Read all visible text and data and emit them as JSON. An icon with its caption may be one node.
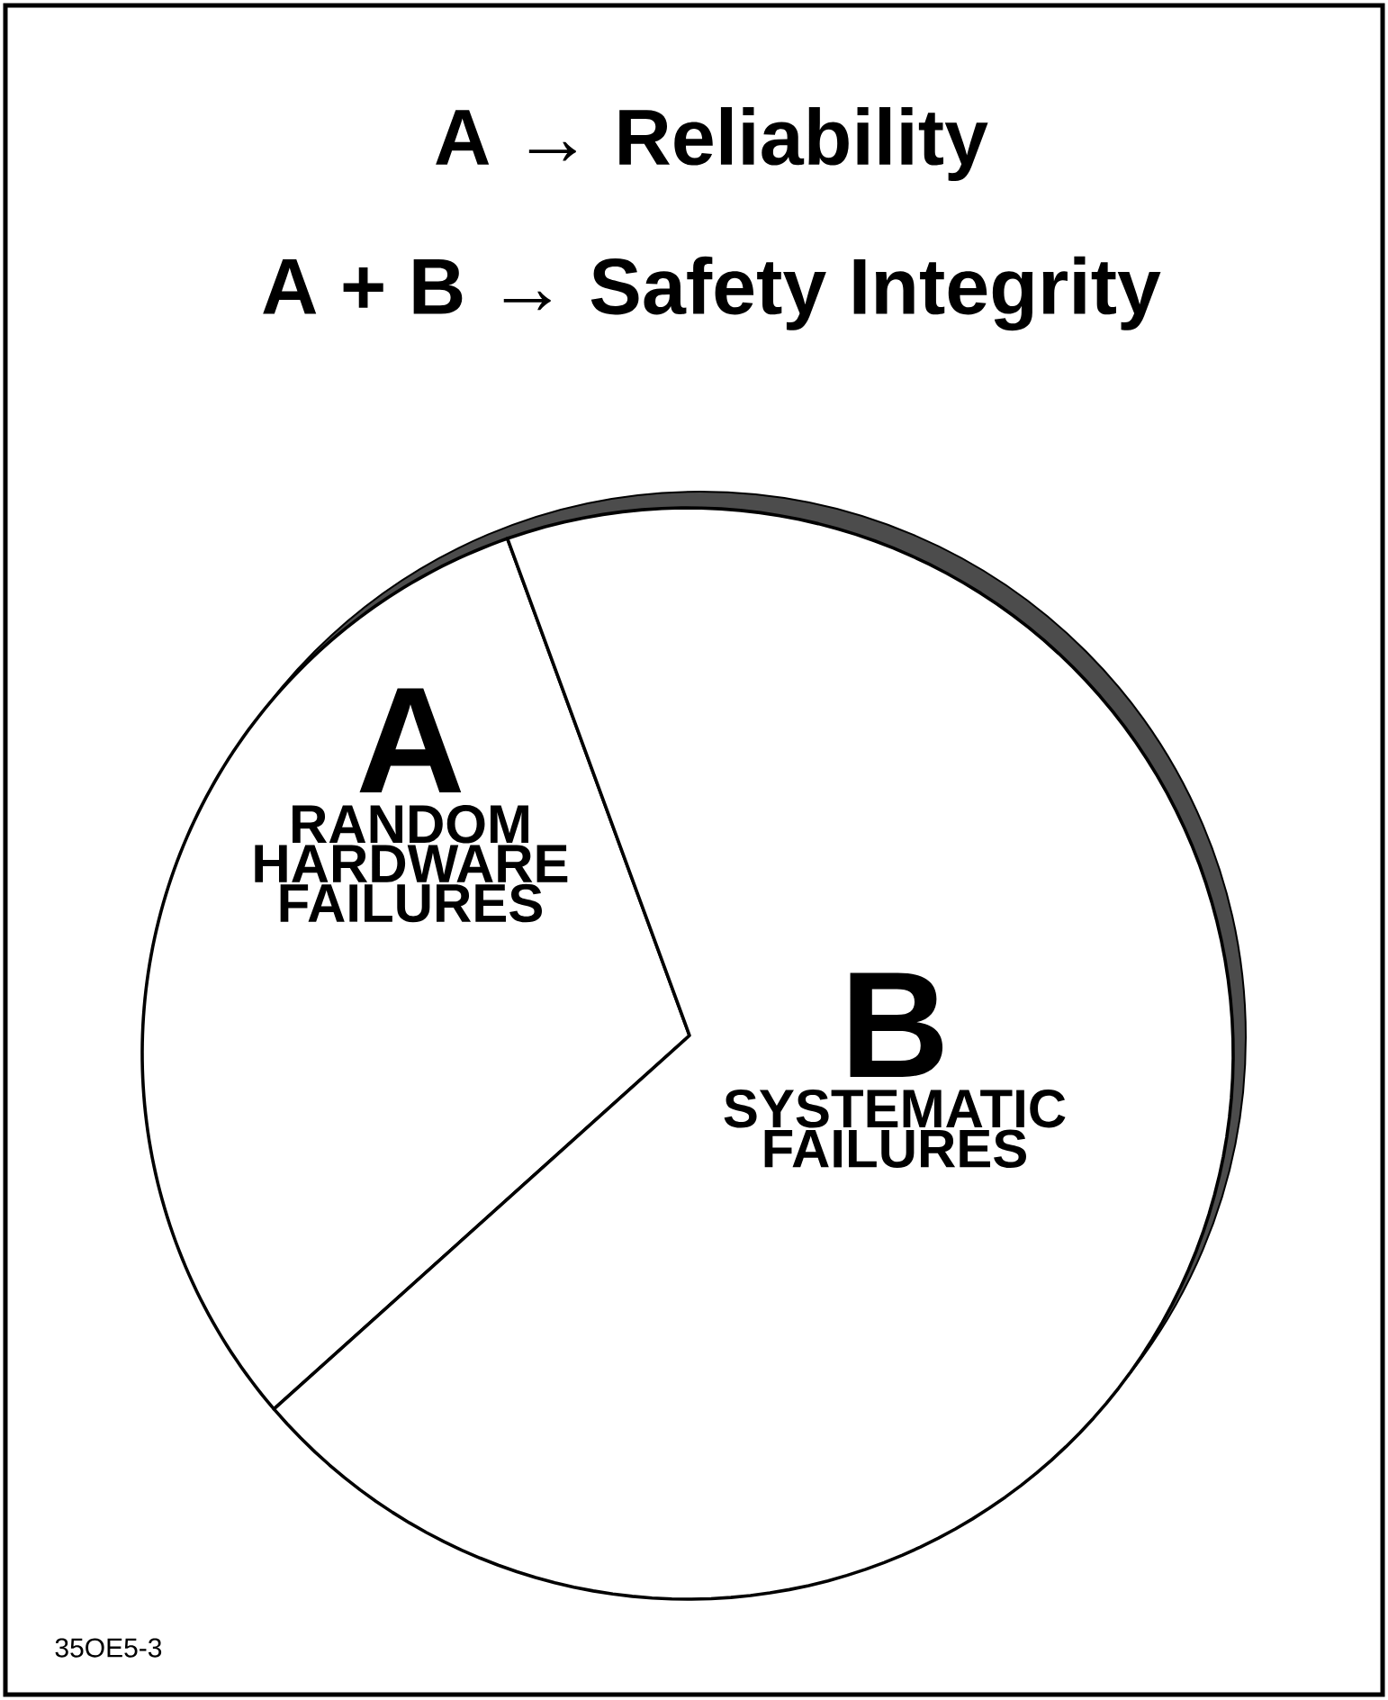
{
  "diagram": {
    "nodes": [
      {
        "text": [
          "A",
          "RANDOM HARDWARE FAILURES"
        ]
      },
      {
        "text": [
          "B",
          "SYSTEMATIC FAILURES"
        ]
      }
    ],
    "labels": [
      "A → Reliability",
      "A + B → Safety Integrity",
      "35OE5-3"
    ]
  }
}
